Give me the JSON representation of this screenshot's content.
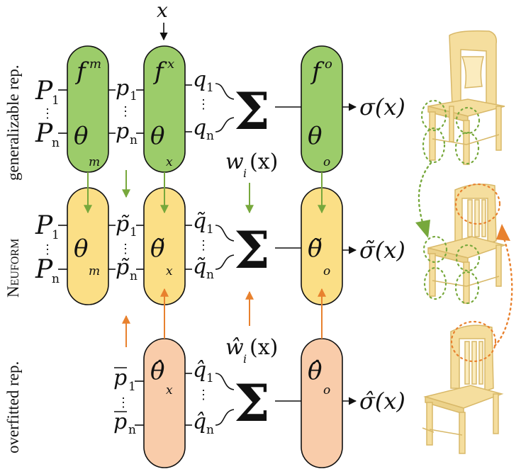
{
  "rows": {
    "top_label": "generalizable rep.",
    "mid_label_first": "N",
    "mid_label_rest": "EUFORM",
    "bottom_label": "overfitted rep."
  },
  "input": "x",
  "top": {
    "P": "P",
    "sub1": "1",
    "subn": "n",
    "dots": "⋮",
    "f_m": "f",
    "f_m_sup": "m",
    "theta_m": "θ",
    "theta_m_sub": "m",
    "p": "p",
    "f_x": "f",
    "f_x_sup": "x",
    "theta_x": "θ",
    "theta_x_sub": "x",
    "q": "q",
    "weight": "w",
    "weight_sub": "i",
    "weight_arg": "(x)",
    "f_o": "f",
    "f_o_sup": "o",
    "theta_o": "θ",
    "theta_o_sub": "o",
    "output": "σ(x)"
  },
  "mid": {
    "theta_m": "θ",
    "theta_m_sub": "m",
    "p": "p̃",
    "theta_x": "θ̃",
    "theta_x_sub": "x",
    "q": "q̃",
    "theta_o": "θ̃",
    "theta_o_sub": "o",
    "output": "σ̃(x)"
  },
  "bottom": {
    "p": "p",
    "theta_x": "θ̂",
    "theta_x_sub": "x",
    "q": "q̂",
    "weight": "ŵ",
    "weight_sub": "i",
    "weight_arg": "(x)",
    "theta_o": "θ̂",
    "theta_o_sub": "o",
    "output": "σ̂(x)"
  },
  "sum_symbol": "Σ",
  "colors": {
    "green_fill": "#9ccc6a",
    "yellow_fill": "#fbdf86",
    "salmon_fill": "#f9ccaa",
    "green_arrow": "#77a83c",
    "orange_arrow": "#e8812e",
    "chair_fill": "#f5de9e",
    "chair_stroke": "#d8b868"
  }
}
